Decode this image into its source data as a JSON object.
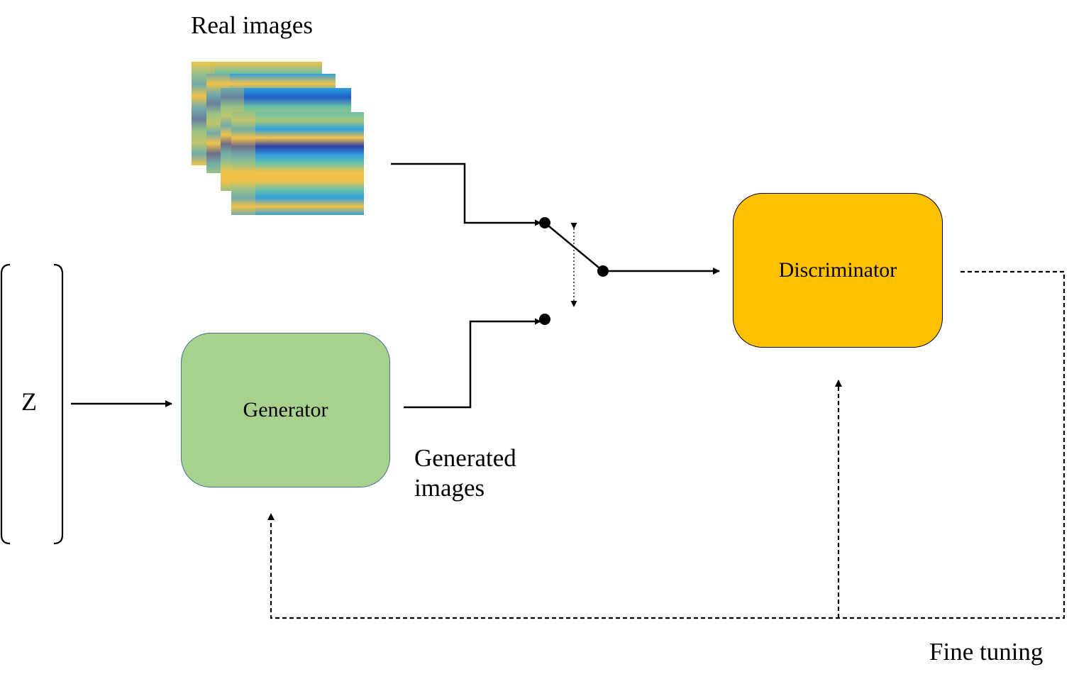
{
  "labels": {
    "real_images": "Real images",
    "z": "Z",
    "generated_images_line1": "Generated",
    "generated_images_line2": "images",
    "fine_tuning": "Fine tuning"
  },
  "nodes": {
    "generator": {
      "label": "Generator",
      "fill": "#a9d18e",
      "stroke": "#41719c"
    },
    "discriminator": {
      "label": "Discriminator",
      "fill": "#ffc000",
      "stroke": "#000000"
    }
  },
  "image_stack": {
    "count": 4,
    "palette": [
      "#f2c24a",
      "#6cc1a6",
      "#2ea0dc",
      "#1e5fc8",
      "#2b3fa6",
      "#a6c77a"
    ]
  },
  "colors": {
    "line": "#000000",
    "background": "#ffffff"
  }
}
